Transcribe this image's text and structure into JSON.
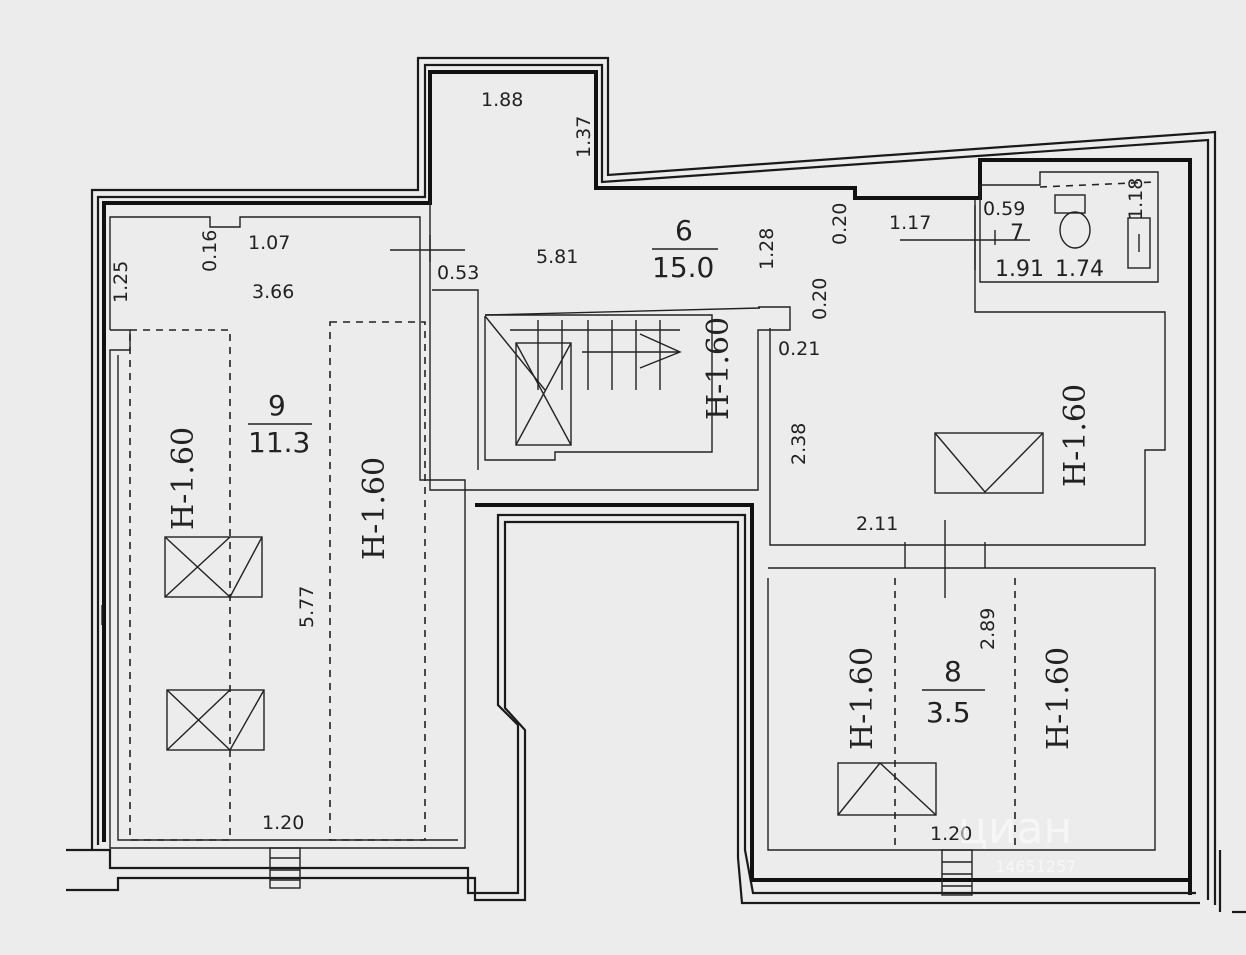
{
  "dimensions": {
    "d_188": "1.88",
    "d_137": "1.37",
    "d_581": "5.81",
    "d_128": "1.28",
    "d_020a": "0.20",
    "d_117": "1.17",
    "d_059": "0.59",
    "d_118": "1.18",
    "d_191": "1.91",
    "d_174": "1.74",
    "d_125": "1.25",
    "d_016": "0.16",
    "d_107": "1.07",
    "d_366": "3.66",
    "d_053": "0.53",
    "d_020b": "0.20",
    "d_021": "0.21",
    "d_238": "2.38",
    "d_211": "2.11",
    "d_289": "2.89",
    "d_577": "5.77",
    "d_120a": "1.20",
    "d_120b": "1.20"
  },
  "rooms": {
    "r6_num": "6",
    "r6_area": "15.0",
    "r7_num": "7",
    "r9_num": "9",
    "r9_area": "11.3",
    "r8_num": "8",
    "r8_area": "3.5"
  },
  "heights": {
    "h_left_a": "H-1.60",
    "h_left_b": "H-1.60",
    "h_stair": "H-1.60",
    "h_right": "H-1.60",
    "h_bot_a": "H-1.60",
    "h_bot_b": "H-1.60"
  },
  "watermark": {
    "brand": "циан",
    "id": "14651257"
  }
}
